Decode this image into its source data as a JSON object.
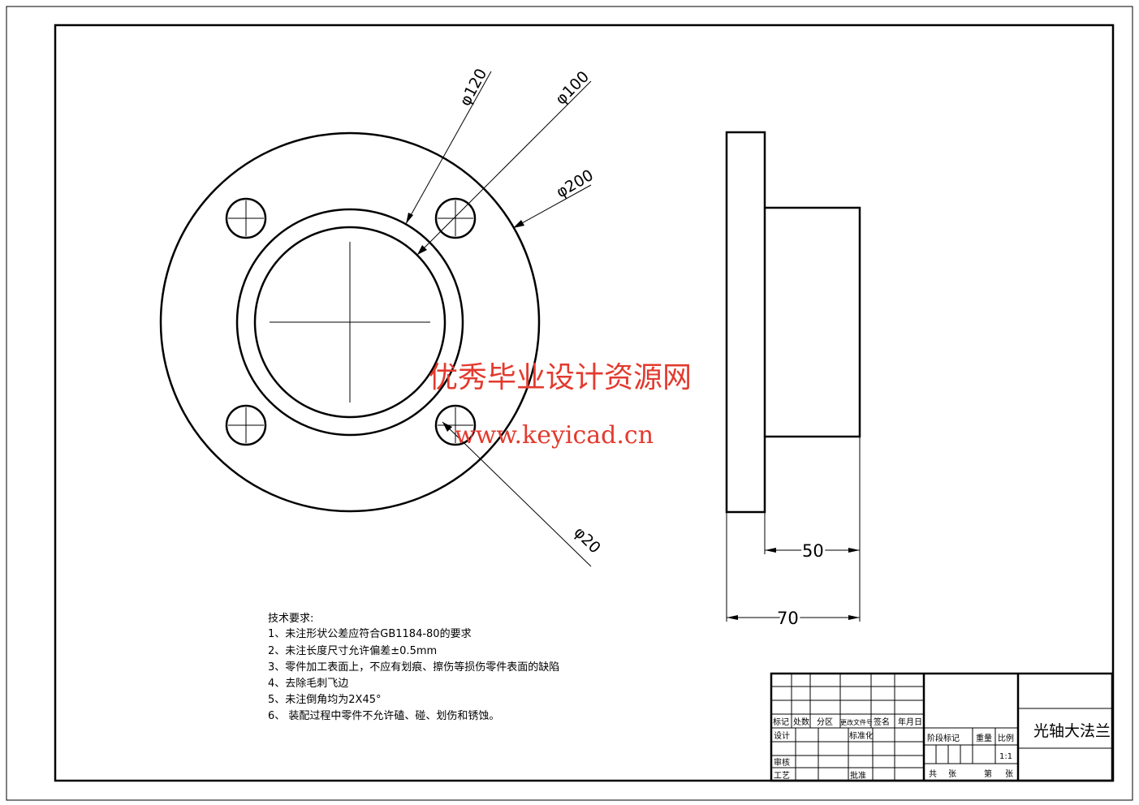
{
  "drawing": {
    "dimensions": {
      "d120": "φ120",
      "d100": "φ100",
      "d200": "φ200",
      "d20": "φ20",
      "len50": "50",
      "len70": "70"
    },
    "watermark": {
      "line1": "优秀毕业设计资源网",
      "line2": "www.keyicad.cn"
    },
    "tech_requirements": {
      "title": "技术要求:",
      "items": [
        "1、未注形状公差应符合GB1184-80的要求",
        "2、未注长度尺寸允许偏差±0.5mm",
        "3、零件加工表面上，不应有划痕、擦伤等损伤零件表面的缺陷",
        "4、去除毛刺飞边",
        "5、未注倒角均为2X45°",
        "6、 装配过程中零件不允许磕、碰、划伤和锈蚀。"
      ]
    },
    "title_block": {
      "headers": [
        "标记",
        "处数",
        "分区",
        "更改文件号",
        "签名",
        "年月日"
      ],
      "design": "设计",
      "standard": "标准化",
      "review": "审核",
      "process": "工艺",
      "approve": "批准",
      "stage": "阶段标记",
      "weight": "重量",
      "scale_label": "比例",
      "scale": "1:1",
      "total": "共",
      "sheets1": "张",
      "nth": "第",
      "sheets2": "张",
      "part_name": "光轴大法兰"
    }
  }
}
